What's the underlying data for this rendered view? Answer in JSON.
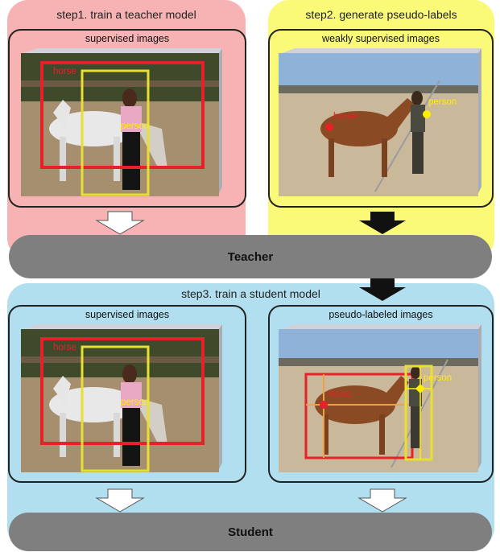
{
  "steps": {
    "step1": "step1. train a teacher model",
    "step2": "step2. generate pseudo-labels",
    "step3": "step3. train a student model"
  },
  "groups": {
    "supervised": "supervised images",
    "weakly": "weakly supervised images",
    "pseudo": "pseudo-labeled images"
  },
  "models": {
    "teacher": "Teacher",
    "student": "Student"
  },
  "labels": {
    "horse": "horse",
    "person": "person"
  },
  "colors": {
    "step1_bg": "#f7b2b4",
    "step2_bg": "#fafa78",
    "step3_bg": "#b2dff0",
    "model_pill": "#7f7f7f",
    "box_horse": "#e8202a",
    "box_person": "#e8e030"
  }
}
